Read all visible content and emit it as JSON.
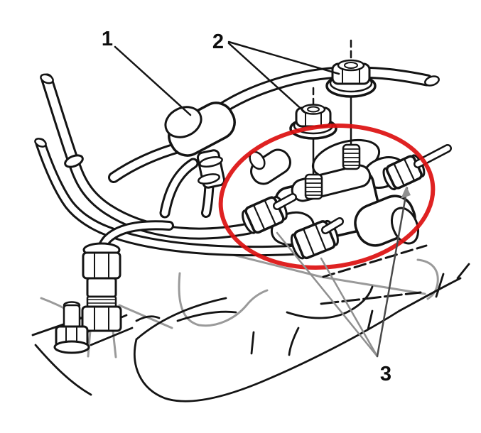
{
  "figure": {
    "kind": "parts-diagram",
    "description": "Black line-art service illustration of an engine-mounted pipe junction block with hoses, studs and fittings; a red ellipse highlights the junction block area; numbered callouts identify parts.",
    "background": "#ffffff"
  },
  "colors": {
    "line": "#141414",
    "secondary_line": "#9a9a9a",
    "leader_gray": "#8f8f8f",
    "highlight": "#dd1111",
    "background": "#ffffff"
  },
  "callouts": [
    {
      "label": "1",
      "points_to": "hose tee fitting",
      "leader_lines": 1
    },
    {
      "label": "2",
      "points_to": "two flange nuts with dashed centerlines",
      "leader_lines": 2
    },
    {
      "label": "3",
      "points_to": "three hex tube nuts on the junction block",
      "leader_lines": 3
    }
  ],
  "highlight": {
    "shape": "ellipse",
    "color": "#dd1111",
    "style": "thick outline around junction block"
  }
}
